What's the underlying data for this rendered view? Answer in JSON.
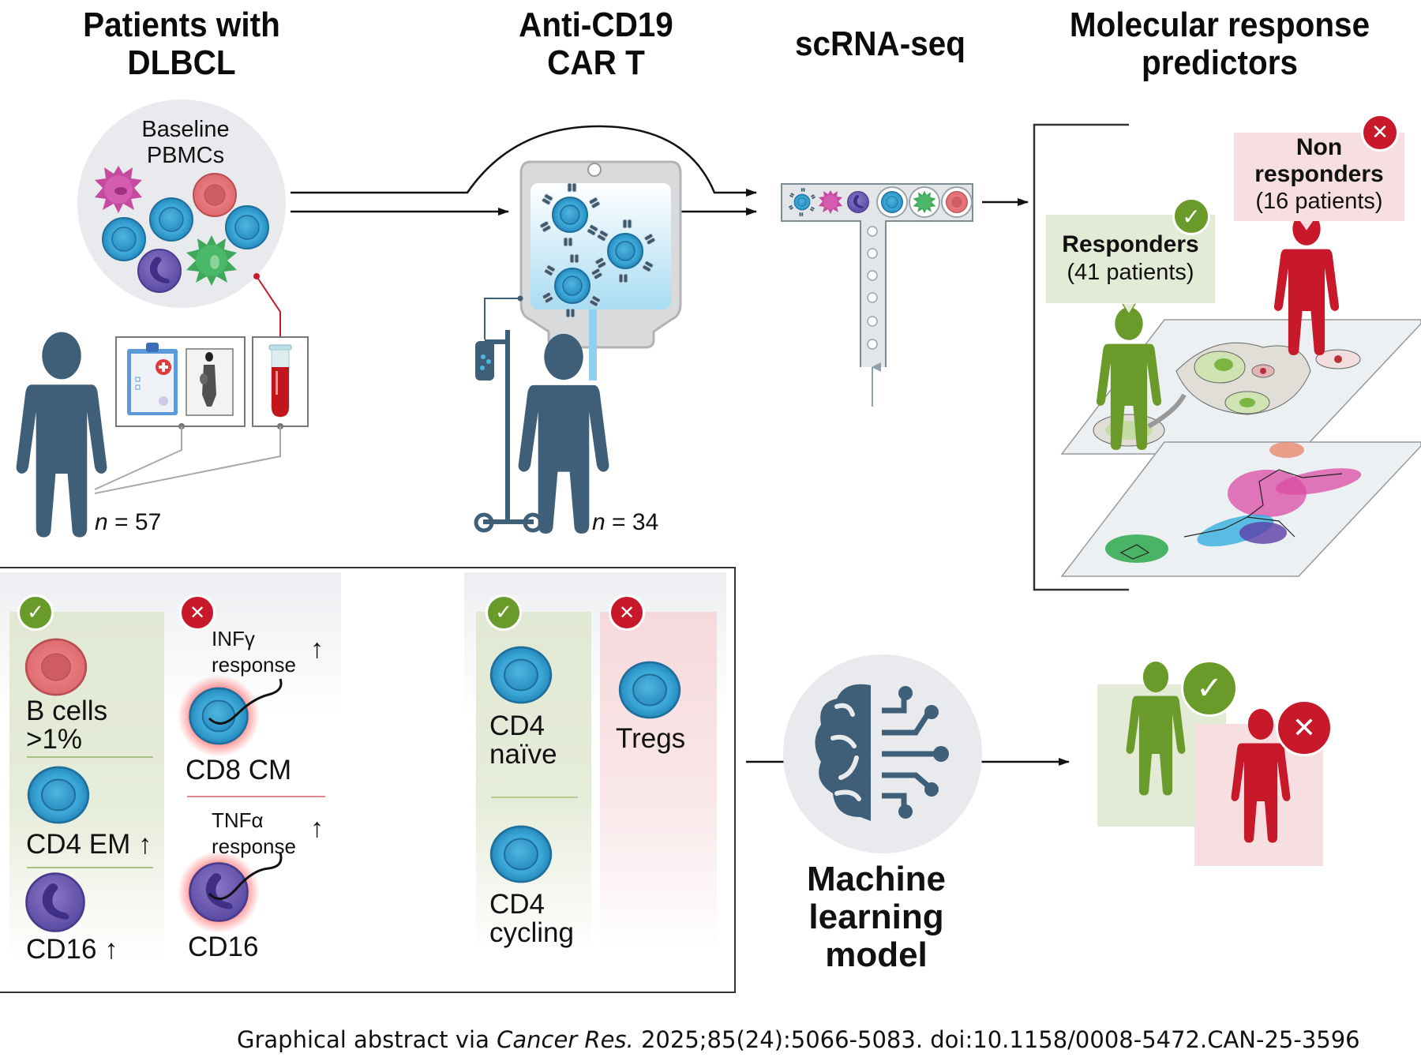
{
  "headers": {
    "patients": "Patients with\nDLBCL",
    "cart": "Anti-CD19\nCAR T",
    "scrna": "scRNA-seq",
    "predictors": "Molecular response\npredictors"
  },
  "baseline": {
    "label_line1": "Baseline",
    "label_line2": "PBMCs",
    "cell_types": [
      "dendritic-cell-magenta",
      "b-cell-red",
      "t-cell-blue",
      "t-cell-blue",
      "t-cell-blue",
      "monocyte-purple",
      "myeloid-cell-green"
    ]
  },
  "cohort_baseline": {
    "n_prefix": "n",
    "n_value": "= 57"
  },
  "cohort_cart": {
    "n_prefix": "n",
    "n_value": "= 34"
  },
  "samples": {
    "clinical_items": [
      "clipboard-icon",
      "pet-scan-image"
    ],
    "blood_item": "blood-tube-icon"
  },
  "groups": {
    "responders": {
      "title": "Responders",
      "count_label": "(41 patients)",
      "count": 41,
      "color": "#6a9a2a"
    },
    "non_responders": {
      "title_line1": "Non",
      "title_line2": "responders",
      "count_label": "(16 patients)",
      "count": 16,
      "color": "#c8192a"
    }
  },
  "predictor_panel_left": {
    "responders": [
      {
        "label_line1": "B cells",
        "label_line2": ">1%",
        "cell": "b-cell"
      },
      {
        "label_line1": "CD4 EM",
        "arrow": "↑",
        "cell": "t-cell"
      },
      {
        "label_line1": "CD16",
        "arrow": "↑",
        "cell": "monocyte"
      }
    ],
    "non_responders": [
      {
        "note_line1": "INFγ",
        "note_line2": "response",
        "arrow": "↑",
        "label": "CD8 CM",
        "cell": "t-cell"
      },
      {
        "note_line1": "TNFα",
        "note_line2": "response",
        "arrow": "↑",
        "label": "CD16",
        "cell": "monocyte"
      }
    ]
  },
  "predictor_panel_right": {
    "responders": [
      {
        "label_line1": "CD4",
        "label_line2": "naïve"
      },
      {
        "label_line1": "CD4",
        "label_line2": "cycling"
      }
    ],
    "non_responders": [
      {
        "label_line1": "Tregs"
      }
    ]
  },
  "ml_model": {
    "line1": "Machine",
    "line2": "learning",
    "line3": "model"
  },
  "footer": {
    "prefix": "Graphical abstract via ",
    "journal": "Cancer Res.",
    "citation": " 2025;85(24):5066-5083. doi:10.1158/0008-5472.CAN-25-3596"
  },
  "colors": {
    "figure_blue": "#3f5f78",
    "green": "#6a9a2a",
    "red": "#c8192a",
    "cell_blue": "#3aa6d6",
    "panel_green": "#e3ead5",
    "panel_red": "#f7dfe1"
  }
}
